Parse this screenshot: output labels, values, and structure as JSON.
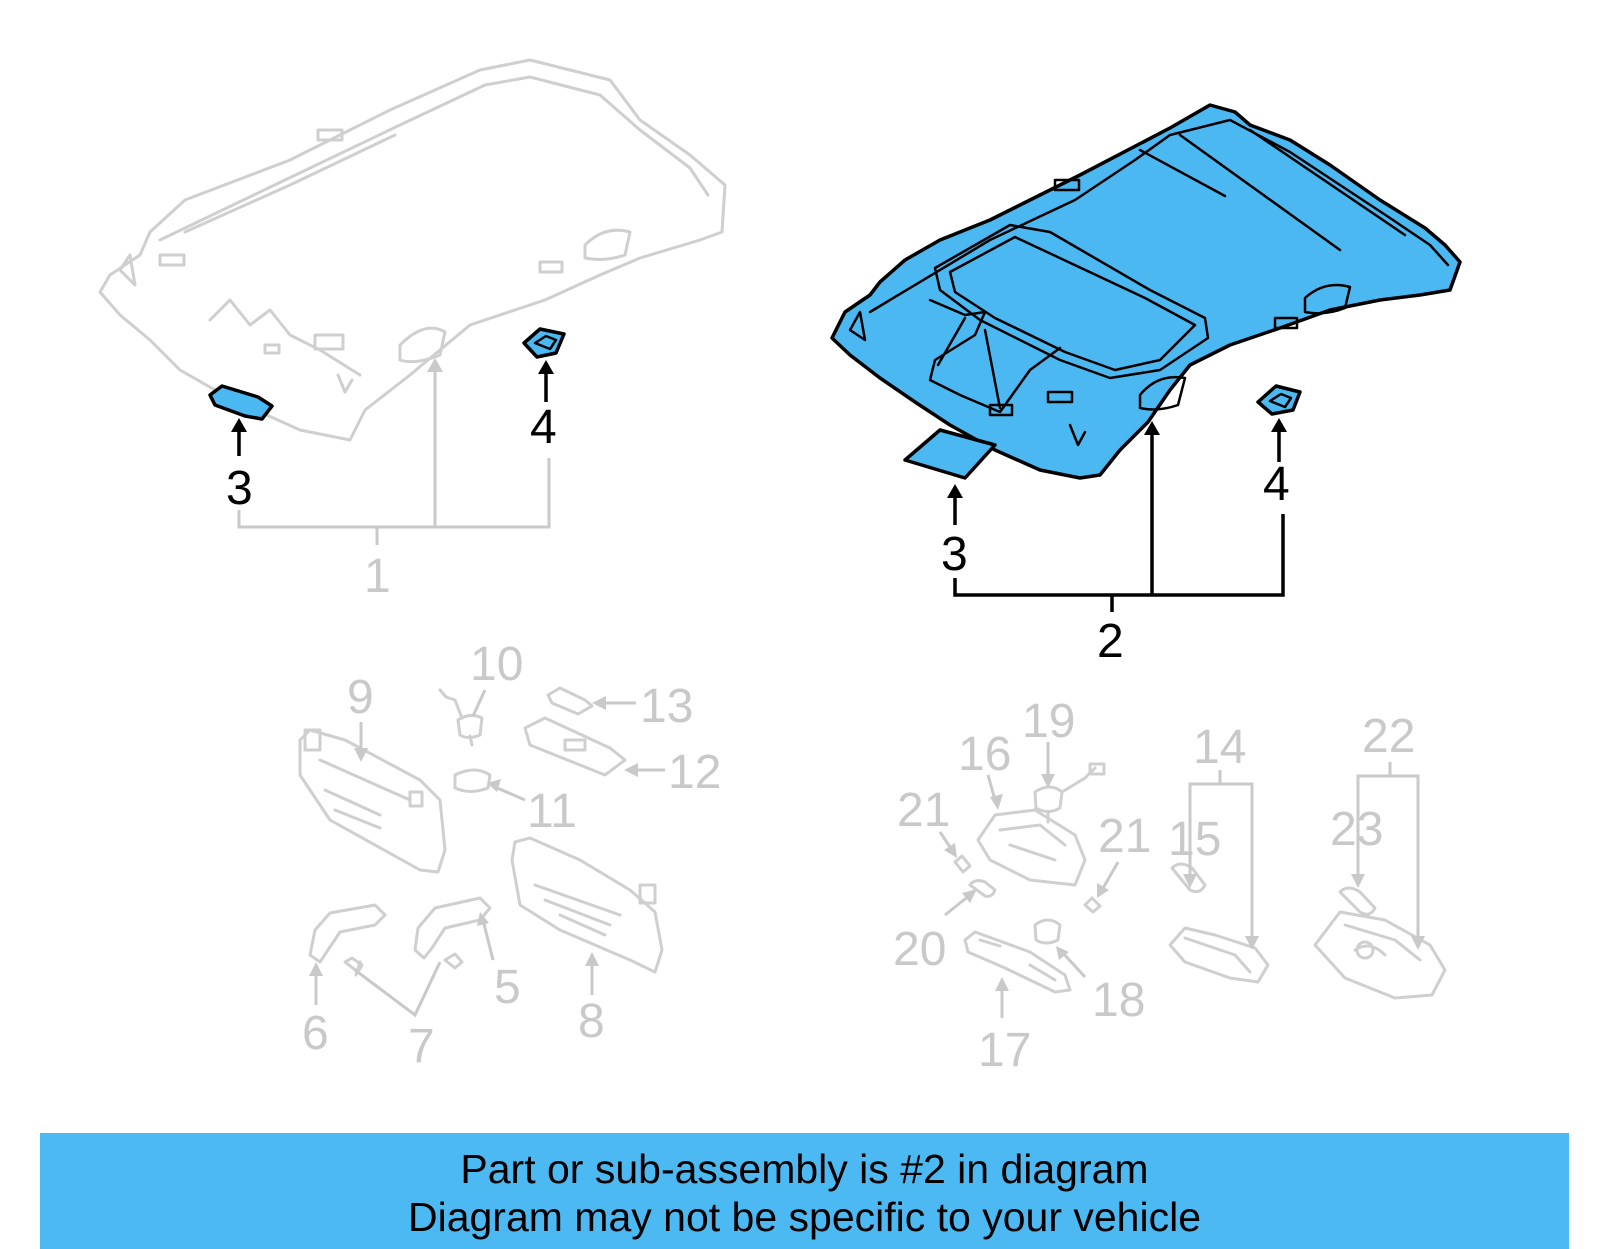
{
  "diagram": {
    "callouts": {
      "c1": "1",
      "c2": "2",
      "c3_left": "3",
      "c4_left": "4",
      "c3_right": "3",
      "c4_right": "4",
      "c5": "5",
      "c6": "6",
      "c7": "7",
      "c8": "8",
      "c9": "9",
      "c10": "10",
      "c11": "11",
      "c12": "12",
      "c13": "13",
      "c14": "14",
      "c15": "15",
      "c16": "16",
      "c17": "17",
      "c18": "18",
      "c19": "19",
      "c20": "20",
      "c21_left": "21",
      "c21_right": "21",
      "c22": "22",
      "c23": "23"
    },
    "highlighted_part": "2",
    "colors": {
      "highlight": "#4cb8f2",
      "banner": "#4db9f3",
      "inactive": "#cfcfcf"
    }
  },
  "banner": {
    "line1": "Part or sub-assembly is #2 in diagram",
    "line2": "Diagram may not be specific to your vehicle"
  }
}
